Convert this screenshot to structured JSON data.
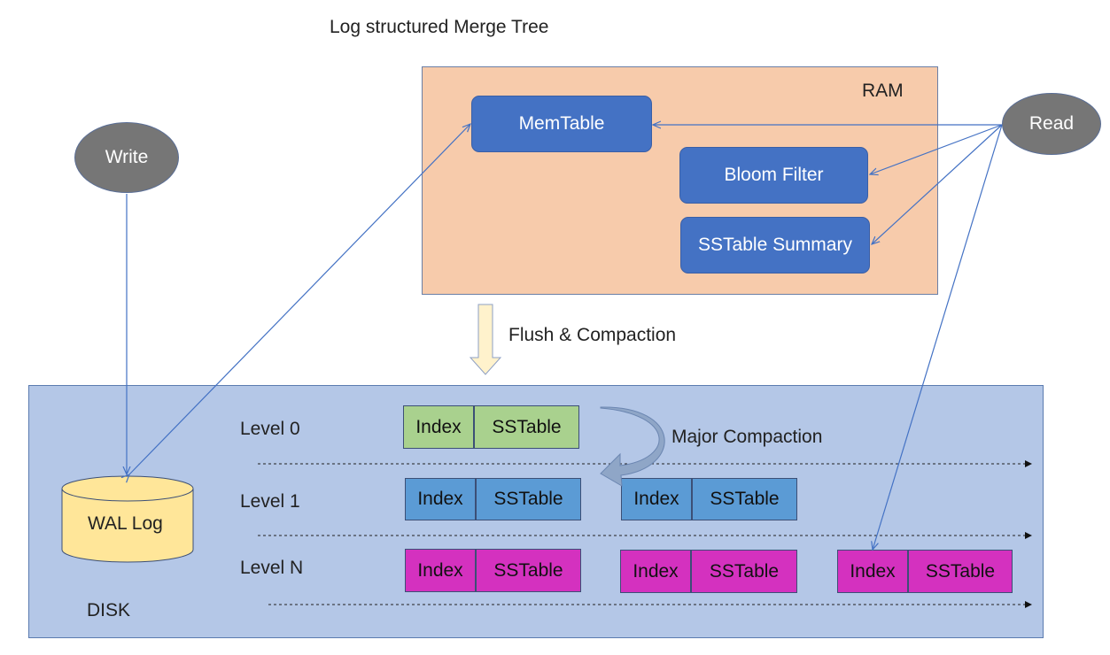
{
  "title": "Log structured Merge Tree",
  "ram": {
    "label": "RAM",
    "memtable": "MemTable",
    "bloom_filter": "Bloom Filter",
    "sstable_summary": "SSTable Summary"
  },
  "write_label": "Write",
  "read_label": "Read",
  "flush_label": "Flush & Compaction",
  "major_compaction_label": "Major Compaction",
  "disk": {
    "label": "DISK",
    "wal_log": "WAL Log",
    "levels": [
      "Level 0",
      "Level 1",
      "Level N"
    ],
    "index_label": "Index",
    "sstable_label": "SSTable"
  },
  "colors": {
    "ram_bg": "#f7cbab",
    "disk_bg": "#b4c7e7",
    "component_blue": "#4472c4",
    "level0": "#a9d18e",
    "level1": "#5b9bd5",
    "levelN": "#d431bf",
    "wal": "#ffe699"
  }
}
